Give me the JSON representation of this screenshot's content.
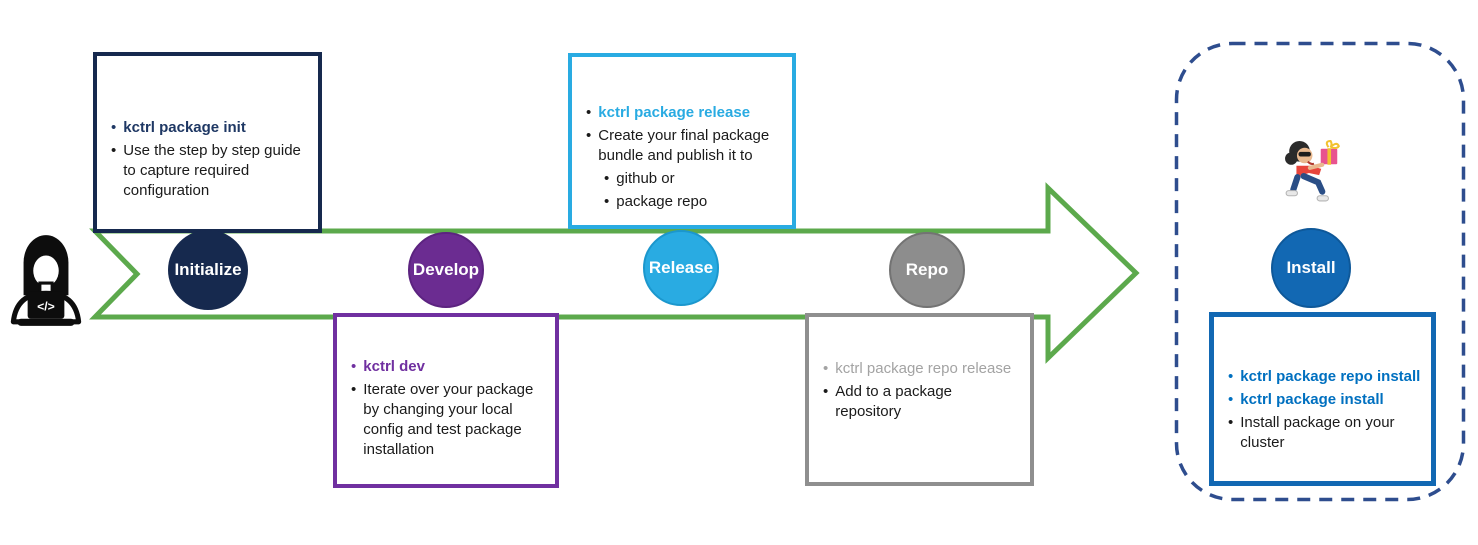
{
  "ui": {
    "bullet": "•"
  },
  "colors": {
    "green_arrow": "#5ca94c",
    "navy": "#16294e",
    "purple": "#7030a0",
    "cyan": "#29abe2",
    "gray": "#8f8f8f",
    "blue": "#1268b3",
    "blue_text": "#0070c0",
    "gray_text": "#a3a3a3",
    "dashed_outline": "#2e4d8e"
  },
  "icons": {
    "coder": "coder-person-icon",
    "gift": "person-carrying-gift-icon",
    "code_glyph": "</>"
  },
  "stages": [
    {
      "label": "Initialize",
      "box": {
        "position": "above",
        "bullets": [
          {
            "text": "kctrl package init"
          },
          {
            "text": "Use the step by step guide to capture required configuration"
          }
        ]
      }
    },
    {
      "label": "Develop",
      "box": {
        "position": "below",
        "bullets": [
          {
            "text": "kctrl dev"
          },
          {
            "text": "Iterate over your package by changing your local config and test package installation"
          }
        ]
      }
    },
    {
      "label": "Release",
      "box": {
        "position": "above",
        "bullets": [
          {
            "text": "kctrl package release"
          },
          {
            "text": "Create your final package bundle and publish it to"
          }
        ],
        "sub_bullets": [
          {
            "text": "github or"
          },
          {
            "text": "package repo"
          }
        ]
      }
    },
    {
      "label": "Repo",
      "box": {
        "position": "below",
        "bullets": [
          {
            "text": "kctrl package repo release"
          },
          {
            "text": "Add to a package repository"
          }
        ]
      }
    },
    {
      "label": "Install",
      "box": {
        "position": "below",
        "bullets": [
          {
            "text": "kctrl package repo install"
          },
          {
            "text": "kctrl package install"
          },
          {
            "text": "Install package on your cluster"
          }
        ]
      }
    }
  ]
}
